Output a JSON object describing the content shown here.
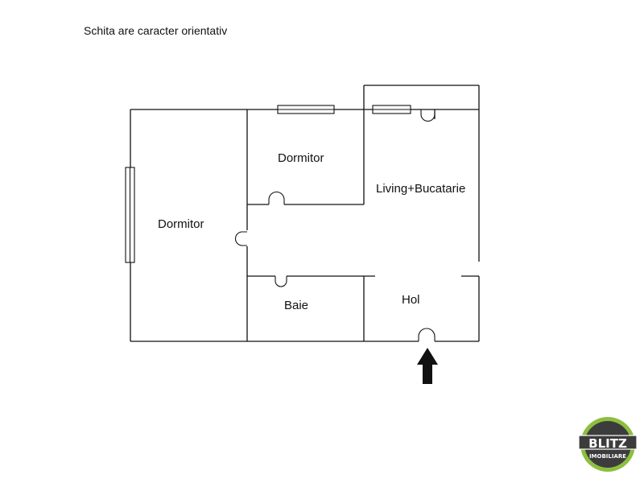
{
  "note": "Schita are caracter orientativ",
  "rooms": [
    {
      "label": "Dormitor"
    },
    {
      "label": "Dormitor"
    },
    {
      "label": "Living+Bucatarie"
    },
    {
      "label": "Baie"
    },
    {
      "label": "Hol"
    }
  ],
  "logo": {
    "brand": "BLITZ",
    "sub": "IMOBILIARE",
    "ring_color": "#8dbf3f",
    "inner_color": "#3c3c3c"
  },
  "colors": {
    "walls": "#111111",
    "arrow": "#111111"
  }
}
